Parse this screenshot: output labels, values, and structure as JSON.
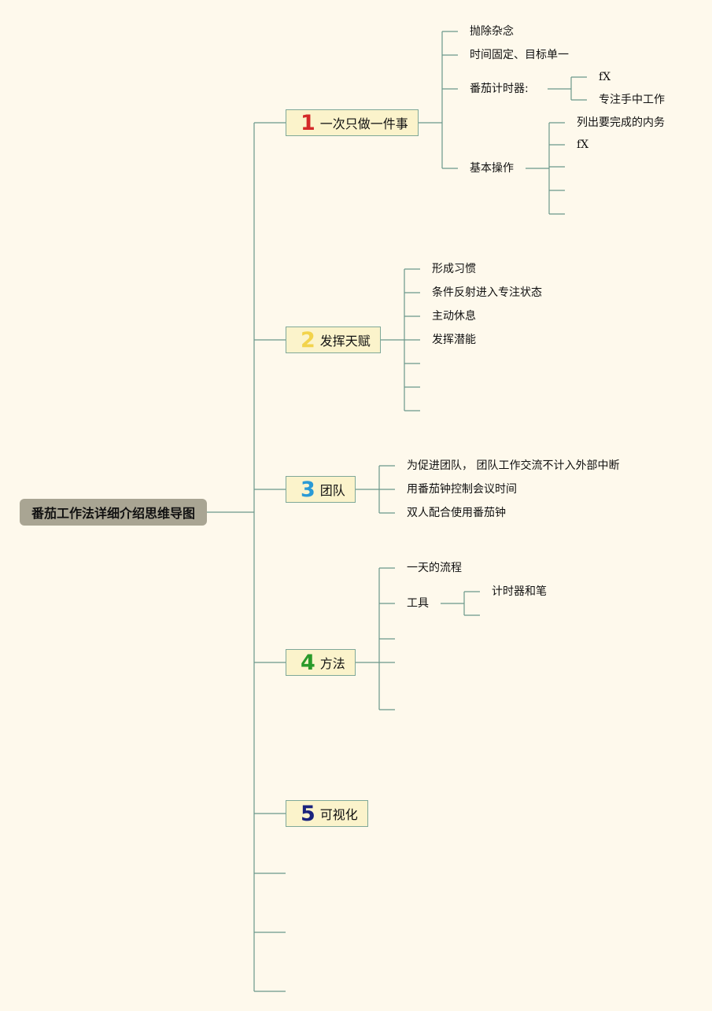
{
  "root": {
    "label": "番茄工作法详细介绍思维导图"
  },
  "colors": {
    "number1": "#d42a2a",
    "number2": "#f2d34c",
    "number3": "#2a9ad6",
    "number4": "#2a9a2a",
    "number5": "#1a237e",
    "line": "#6a988a"
  },
  "topics": [
    {
      "number": "1",
      "label": "一次只做一件事",
      "items": [
        {
          "label": "抛除杂念"
        },
        {
          "label": "时间固定、目标单一"
        },
        {
          "label": "番茄计时器:",
          "children": [
            "fX",
            "专注手中工作"
          ]
        },
        {
          "label": "基本操作",
          "children": [
            "列出要完成的内务",
            "fX",
            "",
            "",
            ""
          ]
        }
      ]
    },
    {
      "number": "2",
      "label": "发挥天赋",
      "items": [
        {
          "label": "形成习惯"
        },
        {
          "label": "条件反射进入专注状态"
        },
        {
          "label": "主动休息"
        },
        {
          "label": "发挥潜能"
        },
        {
          "label": ""
        },
        {
          "label": ""
        },
        {
          "label": ""
        }
      ]
    },
    {
      "number": "3",
      "label": "团队",
      "items": [
        {
          "label": "为促进团队， 团队工作交流不计入外部中断"
        },
        {
          "label": "用番茄钟控制会议时间"
        },
        {
          "label": "双人配合使用番茄钟"
        }
      ]
    },
    {
      "number": "4",
      "label": "方法",
      "items": [
        {
          "label": "一天的流程"
        },
        {
          "label": "工具",
          "children": [
            "计时器和笔",
            ""
          ]
        },
        {
          "label": ""
        },
        {
          "label": ""
        },
        {
          "label": ""
        }
      ]
    },
    {
      "number": "5",
      "label": "可视化",
      "items": []
    }
  ]
}
